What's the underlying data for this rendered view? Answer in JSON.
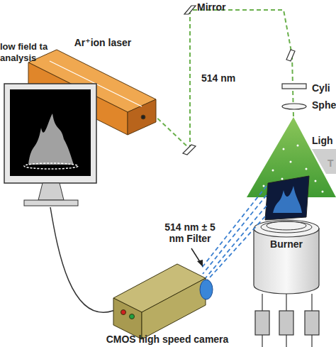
{
  "diagram": {
    "nodes": [
      {
        "text": [
          "Ar⁺ion laser"
        ]
      },
      {
        "text": [
          "low field ta analysis"
        ]
      },
      {
        "text": [
          "Burner"
        ]
      },
      {
        "text": [
          "CMOS high speed camera"
        ]
      }
    ],
    "edges": [
      {
        "from": 3,
        "to": 1,
        "arrow": "none"
      }
    ],
    "labels": [
      "Mirror",
      "514 nm",
      "Cyli",
      "Sphe",
      "Ligh",
      "T",
      "514 nm ± 5 nm Filter"
    ]
  }
}
